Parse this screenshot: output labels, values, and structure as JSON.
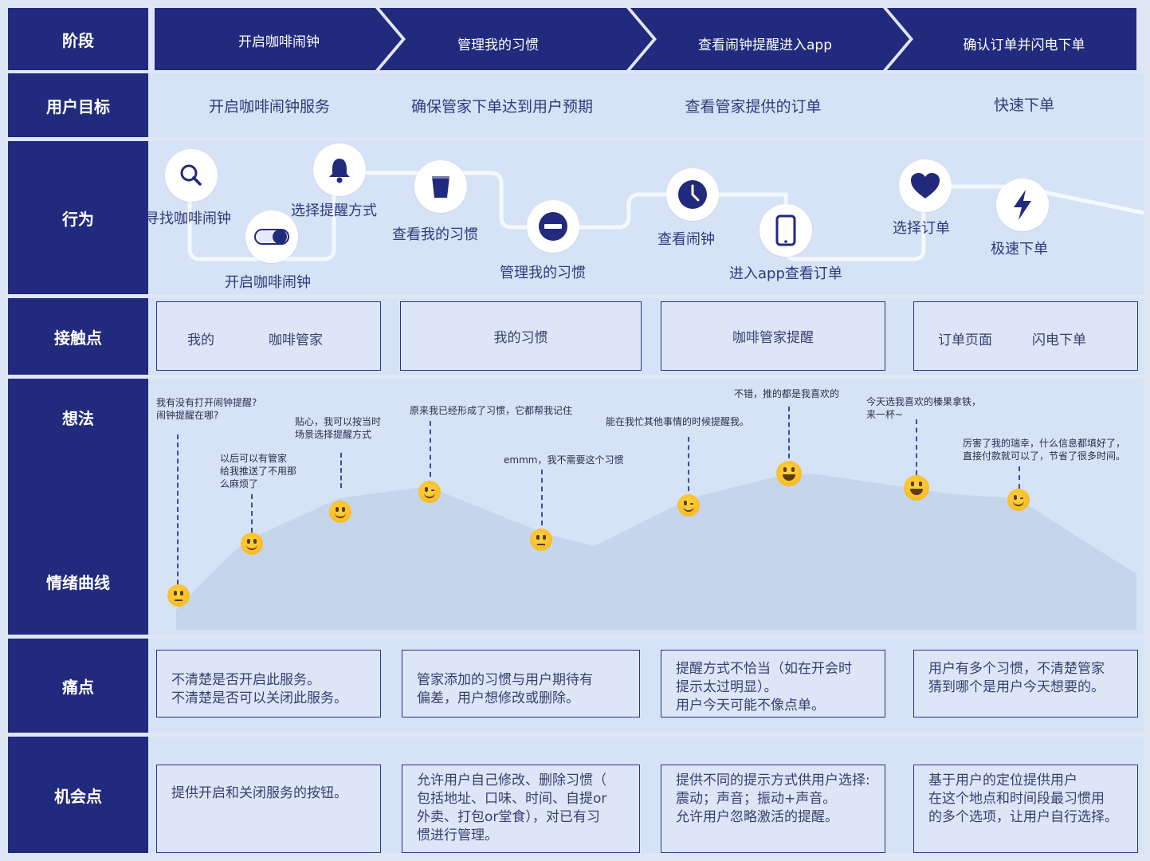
{
  "rows": {
    "stage": "阶段",
    "goal": "用户目标",
    "behavior": "行为",
    "touchpoint": "接触点",
    "thought": "想法",
    "emotion": "情绪曲线",
    "pain": "痛点",
    "opportunity": "机会点"
  },
  "stages": [
    "开启咖啡闹钟",
    "管理我的习惯",
    "查看闹钟提醒进入app",
    "确认订单并闪电下单"
  ],
  "goals": [
    "开启咖啡闹钟服务",
    "确保管家下单达到用户预期",
    "查看管家提供的订单",
    "快速下单"
  ],
  "actions": [
    {
      "label": "寻找咖啡闹钟",
      "icon": "search-icon"
    },
    {
      "label": "开启咖啡闹钟",
      "icon": "toggle-icon"
    },
    {
      "label": "选择提醒方式",
      "icon": "bell-icon"
    },
    {
      "label": "查看我的习惯",
      "icon": "cup-icon"
    },
    {
      "label": "管理我的习惯",
      "icon": "minus-icon"
    },
    {
      "label": "查看闹钟",
      "icon": "clock-icon"
    },
    {
      "label": "进入app查看订单",
      "icon": "phone-icon"
    },
    {
      "label": "选择订单",
      "icon": "heart-icon"
    },
    {
      "label": "极速下单",
      "icon": "lightning-icon"
    }
  ],
  "touchpoints": [
    {
      "a": "我的",
      "b": "咖啡管家"
    },
    {
      "a": "我的习惯",
      "b": ""
    },
    {
      "a": "咖啡管家提醒",
      "b": ""
    },
    {
      "a": "订单页面",
      "b": "闪电下单"
    }
  ],
  "thoughts": [
    "我有没有打开闹钟提醒?\n闹钟提醒在哪?",
    "以后可以有管家\n给我推送了不用那\n么麻烦了",
    "贴心，我可以按当时\n场景选择提醒方式",
    "原来我已经形成了习惯，它都帮我记住",
    "emmm，我不需要这个习惯",
    "能在我忙其他事情的时候提醒我。",
    "不错，推的都是我喜欢的",
    "今天选我喜欢的榛果拿铁，\n来一杯~",
    "厉害了我的瑞幸，什么信息都填好了，\n直接付款就可以了，节省了很多时间。"
  ],
  "pains": [
    "不清楚是否开启此服务。\n不清楚是否可以关闭此服务。",
    "管家添加的习惯与用户期待有\n偏差，用户想修改或删除。",
    "提醒方式不恰当（如在开会时\n提示太过明显）。\n用户今天可能不像点单。",
    "用户有多个习惯，不清楚管家\n猜到哪个是用户今天想要的。"
  ],
  "opportunities": [
    "提供开启和关闭服务的按钮。",
    "允许用户自己修改、删除习惯（\n包括地址、口味、时间、自提or\n外卖、打包or堂食），对已有习\n惯进行管理。",
    "提供不同的提示方式供用户选择:\n震动；声音；振动+声音。\n允许用户忽略激活的提醒。",
    "基于用户的定位提供用户\n在这个地点和时间段最习惯用\n的多个选项，让用户自行选择。"
  ],
  "colors": {
    "navy": "#212a7c",
    "band": "#d6e2f5",
    "curve": "#c5d5ec"
  }
}
